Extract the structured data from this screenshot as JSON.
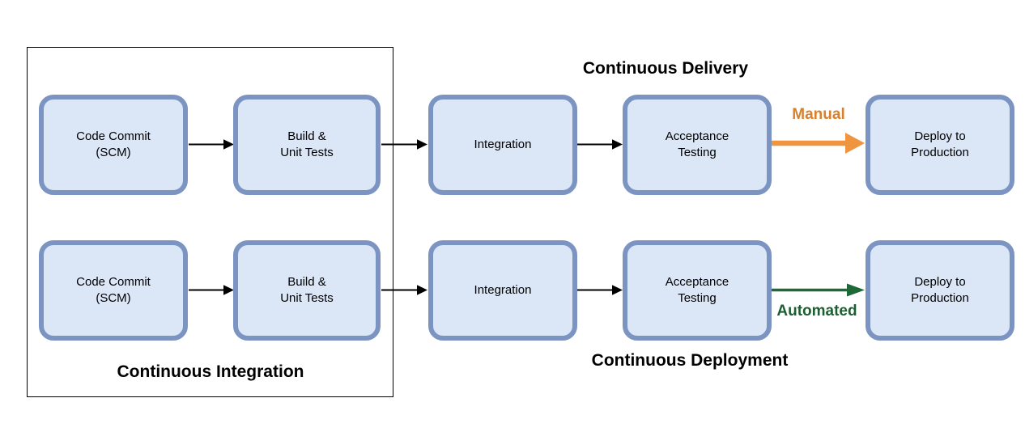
{
  "diagram": {
    "type": "flowchart",
    "ci_group_label": "Continuous Integration",
    "delivery_title": "Continuous Delivery",
    "deployment_title": "Continuous Deployment",
    "rows": [
      {
        "name": "continuous-delivery",
        "boxes": [
          "Code Commit\n(SCM)",
          "Build &\nUnit Tests",
          "Integration",
          "Acceptance\nTesting",
          "Deploy to\nProduction"
        ],
        "final_arrow_label": "Manual"
      },
      {
        "name": "continuous-deployment",
        "boxes": [
          "Code Commit\n(SCM)",
          "Build &\nUnit Tests",
          "Integration",
          "Acceptance\nTesting",
          "Deploy to\nProduction"
        ],
        "final_arrow_label": "Automated"
      }
    ],
    "colors": {
      "box_fill": "#dbe6f7",
      "box_border": "#7b94c1",
      "black_arrow": "#000000",
      "manual_arrow": "#ef953f",
      "manual_label": "#d8802b",
      "automated_arrow": "#1e6937",
      "automated_label": "#1d5e31"
    }
  }
}
